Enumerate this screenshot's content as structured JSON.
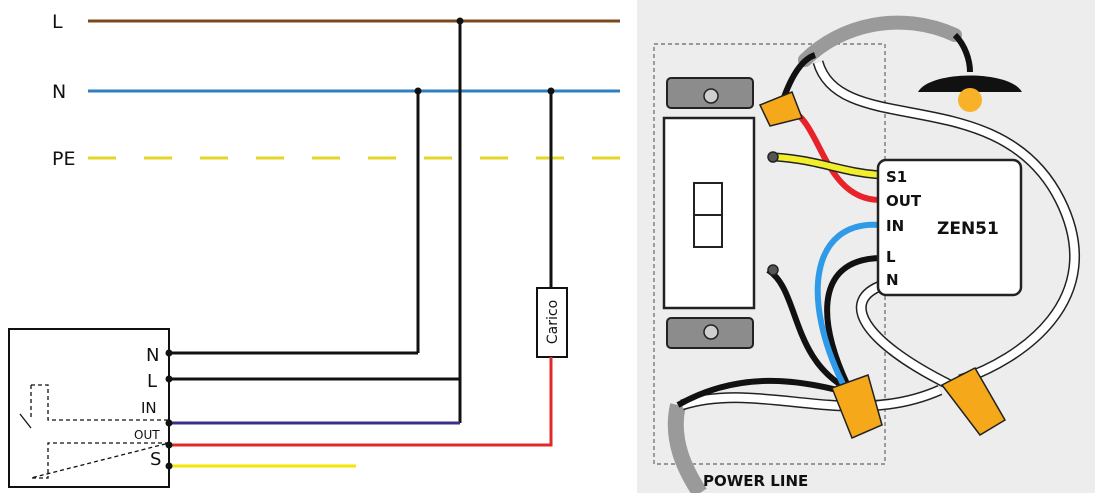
{
  "left_schematic": {
    "bus_labels": {
      "line": "L",
      "neutral": "N",
      "earth": "PE"
    },
    "device_terminals": {
      "n": "N",
      "l": "L",
      "in": "IN",
      "out": "OUT",
      "s": "S"
    },
    "load_label": "Carico",
    "colors": {
      "line_wire": "#7a4a1e",
      "neutral_wire": "#2f7fc0",
      "earth_wire": "#e3d72a",
      "in_wire": "#3a2f86",
      "out_wire": "#e02a2a",
      "s_wire": "#f3e600",
      "black_wire": "#111111"
    }
  },
  "right_illustration": {
    "module_name": "ZEN51",
    "module_terminals": {
      "s1": "S1",
      "out": "OUT",
      "in": "IN",
      "l": "L",
      "n": "N"
    },
    "power_line_label": "POWER LINE",
    "colors": {
      "background": "#ededed",
      "red_wire": "#e8222a",
      "yellow_wire": "#f2ee2c",
      "blue_wire": "#2f9ae8",
      "black_wire": "#111111",
      "white_wire": "#ffffff",
      "gray_cable": "#9a9a9a",
      "wire_nut": "#f5a81a",
      "bulb": "#f8b22a"
    }
  }
}
